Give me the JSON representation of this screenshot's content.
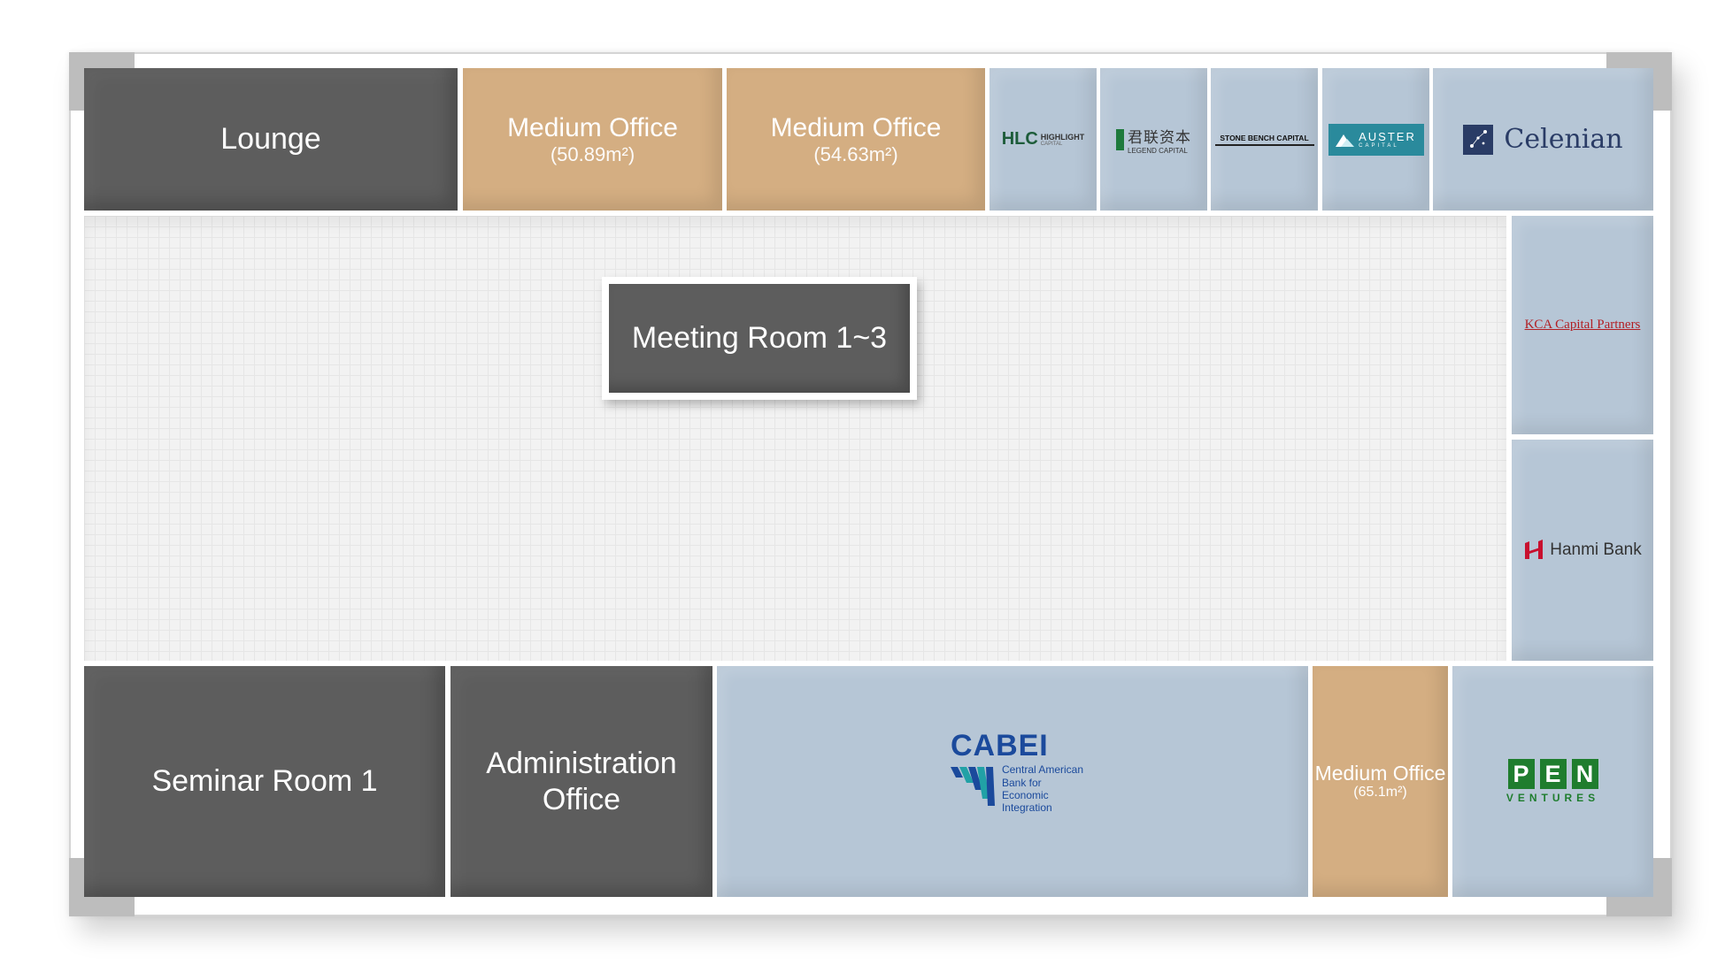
{
  "rooms": {
    "lounge": "Lounge",
    "medium_office_1": {
      "title": "Medium Office",
      "area": "(50.89m²)"
    },
    "medium_office_2": {
      "title": "Medium Office",
      "area": "(54.63m²)"
    },
    "meeting_room": "Meeting Room 1~3",
    "seminar_room": "Seminar Room 1",
    "administration_office": {
      "line1": "Administration",
      "line2": "Office"
    },
    "medium_office_3": {
      "title": "Medium Office",
      "area": "(65.1m²)"
    }
  },
  "tenants": {
    "hlc": {
      "mark": "HLC",
      "name_top": "HIGHLIGHT",
      "name_bottom": "CAPITAL"
    },
    "legend": {
      "cn": "君联资本",
      "en": "LEGEND CAPITAL"
    },
    "stone_bench": "STONE BENCH CAPITAL",
    "auster": {
      "name": "AUSTER",
      "sub": "CAPITAL"
    },
    "celenian": "Celenian",
    "kca": "KCA Capital Partners",
    "hanmi": "Hanmi Bank",
    "cabei": {
      "name": "CABEI",
      "l1": "Central American",
      "l2": "Bank for",
      "l3": "Economic",
      "l4": "Integration"
    },
    "pen": {
      "letters": [
        "P",
        "E",
        "N"
      ],
      "sub": "VENTURES"
    }
  },
  "colors": {
    "common_room": "#5d5d5d",
    "medium_office": "#d4ae82",
    "tenant_office": "#b6c6d6",
    "corridor": "#f2f2f2"
  }
}
